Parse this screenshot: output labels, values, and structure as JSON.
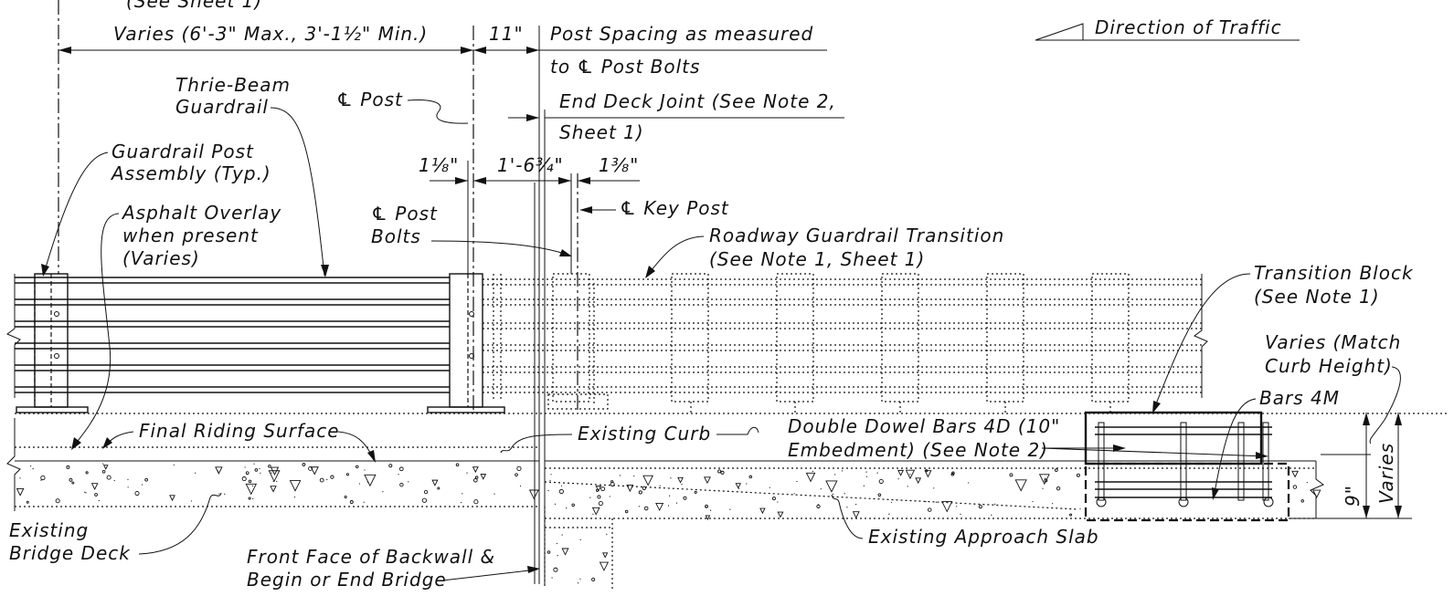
{
  "labels": {
    "see_sheet_1": "(See Sheet 1)",
    "varies_dim": "Varies (6'-3\" Max., 3'-1½\" Min.)",
    "dim_11": "11\"",
    "post_spacing_1": "Post Spacing as measured",
    "post_spacing_2": "to ℄ Post Bolts",
    "direction_of_traffic": "Direction of Traffic",
    "thrie_beam_1": "Thrie-Beam",
    "thrie_beam_2": "Guardrail",
    "cl_post": "℄ Post",
    "end_deck_joint_1": "End Deck Joint (See Note 2,",
    "end_deck_joint_2": "Sheet 1)",
    "guardrail_post_1": "Guardrail Post",
    "guardrail_post_2": "Assembly (Typ.)",
    "dim_1_1_8": "1⅛\"",
    "dim_1_6_3_4": "1'-6¾\"",
    "dim_1_3_8": "1⅜\"",
    "cl_key_post": "℄ Key Post",
    "asphalt_1": "Asphalt Overlay",
    "asphalt_2": "when present",
    "asphalt_3": "(Varies)",
    "cl_post_bolts_1": "℄ Post",
    "cl_post_bolts_2": "Bolts",
    "roadway_transition_1": "Roadway Guardrail Transition",
    "roadway_transition_2": "(See Note 1, Sheet 1)",
    "transition_block_1": "Transition Block",
    "transition_block_2": "(See Note 1)",
    "varies_match_1": "Varies (Match",
    "varies_match_2": "Curb Height)",
    "bars_4m": "Bars 4M",
    "final_riding": "Final Riding Surface",
    "existing_curb": "Existing Curb",
    "dowel_1": "Double Dowel Bars 4D (10\"",
    "dowel_2": "Embedment) (See Note 2)",
    "dim_9": "9\"",
    "dim_varies": "Varies",
    "existing_bridge_1": "Existing",
    "existing_bridge_2": "Bridge Deck",
    "existing_approach": "Existing Approach Slab",
    "front_face_1": "Front Face of Backwall &",
    "front_face_2": "Begin or End Bridge"
  }
}
